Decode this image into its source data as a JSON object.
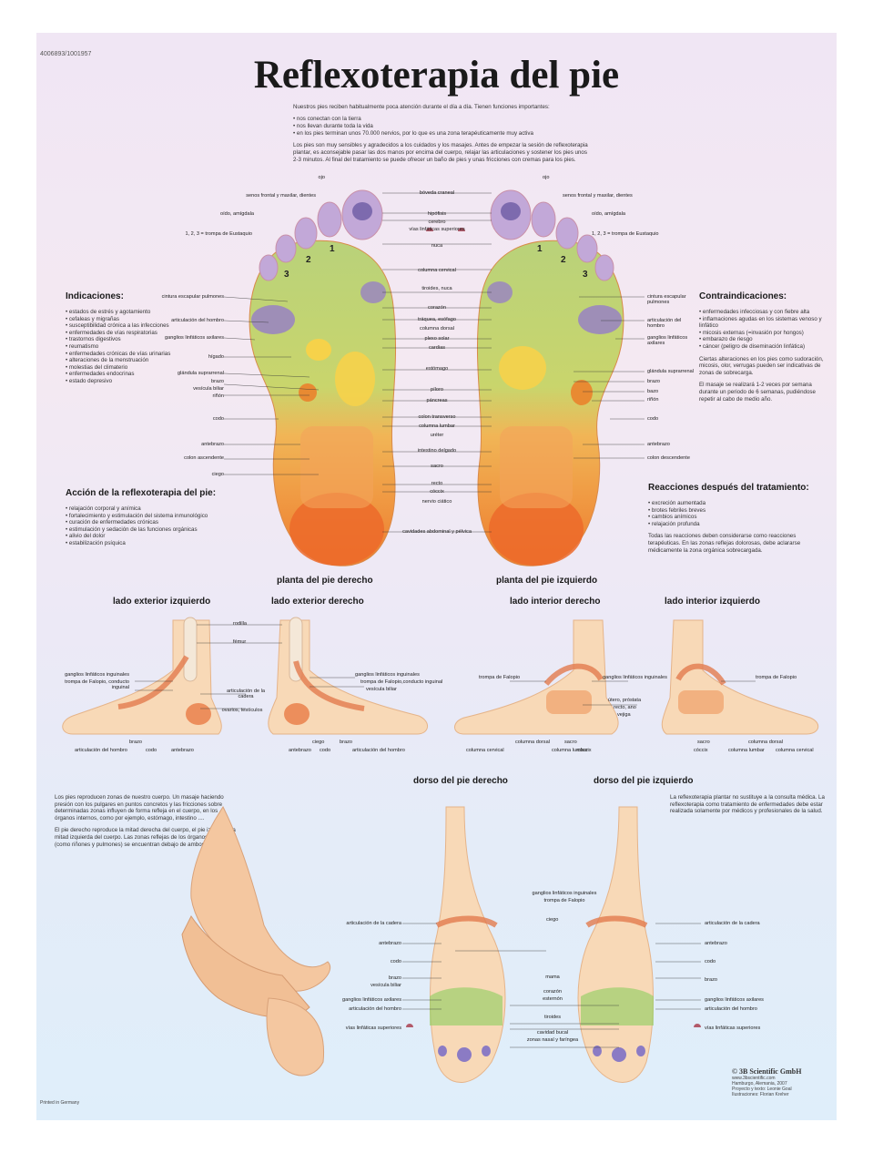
{
  "code": "4006893/1001957",
  "title": "Reflexoterapia del pie",
  "intro": {
    "p1": "Nuestros pies reciben habitualmente poca atención durante el día a día. Tienen funciones importantes:",
    "bullets": [
      "nos conectan con la tierra",
      "nos llevan durante toda la vida",
      "en los pies terminan unos 70.000 nervios, por lo que es una zona terapéuticamente muy activa"
    ],
    "p2": "Los pies son muy sensibles y agradecidos a los cuidados y los masajes. Antes de empezar la sesión de reflexoterapia plantar, es aconsejable pasar las dos manos por encima del cuerpo, relajar las articulaciones y sostener los pies unos 2-3 minutos. Al final del tratamiento se puede ofrecer un baño de pies y unas fricciones con cremas para los pies."
  },
  "indicaciones": {
    "title": "Indicaciones:",
    "items": [
      "estados de estrés y agotamiento",
      "cefaleas y migrañas",
      "susceptibilidad crónica a las infecciones",
      "enfermedades de vías respiratorias",
      "trastornos digestivos",
      "reumatismo",
      "enfermedades crónicas de vías urinarias",
      "alteraciones de la menstruación",
      "molestias del climaterio",
      "enfermedades endocrinas",
      "estado depresivo"
    ]
  },
  "accion": {
    "title": "Acción de la reflexoterapia del pie:",
    "items": [
      "relajación corporal y anímica",
      "fortalecimiento y estimulación del sistema inmunológico",
      "curación de enfermedades crónicas",
      "estimulación y sedación de las funciones orgánicas",
      "alivio del dolor",
      "estabilización psíquica"
    ]
  },
  "contra": {
    "title": "Contraindicaciones:",
    "items": [
      "enfermedades infecciosas y con fiebre alta",
      "inflamaciones agudas en los sistemas venoso y linfático",
      "micosis externas (=invasión por hongos)",
      "embarazo de riesgo",
      "cáncer (peligro de diseminación linfática)"
    ],
    "p1": "Ciertas alteraciones en los pies como sudoración, micosis, olor, verrugas pueden ser indicativas de zonas de sobrecarga.",
    "p2": "El masaje se realizará 1-2 veces por semana durante un periodo de 6 semanas, pudiéndose repetir al cabo de medio año."
  },
  "reacciones": {
    "title": "Reacciones después del tratamiento:",
    "items": [
      "excreción aumentada",
      "brotes febriles breves",
      "cambios anímicos",
      "relajación profunda"
    ],
    "p1": "Todas las reacciones deben considerarse como reacciones terapéuticas. En las zonas reflejas dolorosas, debe aclararse médicamente la zona orgánica sobrecargada."
  },
  "sole": {
    "cap_right": "planta del pie derecho",
    "cap_left": "planta del pie izquierdo",
    "digits": [
      "1",
      "2",
      "3"
    ],
    "left_labels": [
      "ojo",
      "senos frontal y maxilar, dientes",
      "oído, amígdala",
      "1, 2, 3 = trompa de Eustaquio",
      "cintura escapular pulmones",
      "articulación del hombro",
      "ganglios linfáticos axilares",
      "hígado",
      "glándula suprarrenal",
      "brazo",
      "vesícula biliar",
      "riñón",
      "codo",
      "antebrazo",
      "colon ascendente",
      "ciego"
    ],
    "center_labels": [
      "bóveda craneal",
      "hipófisis",
      "cerebro",
      "vías linfáticas superiores",
      "nuca",
      "columna cervical",
      "tiroides, nuca",
      "corazón",
      "tráquea, esófago",
      "columna dorsal",
      "plexo solar",
      "cardias",
      "estómago",
      "píloro",
      "páncreas",
      "colon transverso",
      "columna lumbar",
      "uréter",
      "intestino delgado",
      "sacro",
      "recto",
      "cóccix",
      "nervio ciático",
      "cavidades abdominal y pélvica"
    ],
    "right_labels": [
      "ojo",
      "senos frontal y maxilar, dientes",
      "oído, amígdala",
      "1, 2, 3 = trompa de Eustaquio",
      "cintura escapular pulmones",
      "articulación del hombro",
      "ganglios linfáticos axilares",
      "glándula suprarrenal",
      "brazo",
      "bazo",
      "riñón",
      "codo",
      "antebrazo",
      "colon descendente"
    ]
  },
  "side": {
    "cap1": "lado exterior izquierdo",
    "cap2": "lado exterior derecho",
    "cap3": "lado interior derecho",
    "cap4": "lado interior izquierdo",
    "labels_a": [
      "rodilla",
      "fémur",
      "ganglios linfáticos inguinales",
      "trompa de Falopio, conducto inguinal",
      "articulación de la cadera",
      "ovarios, testículos",
      "brazo",
      "articulación del hombro",
      "codo",
      "antebrazo"
    ],
    "labels_b": [
      "ganglios linfáticos inguinales",
      "trompa de Falopio,conducto inguinal",
      "vesícula biliar",
      "ciego",
      "brazo",
      "antebrazo",
      "codo",
      "articulación del hombro"
    ],
    "labels_c": [
      "trompa de Falopio",
      "ganglios linfáticos inguinales",
      "útero, próstata",
      "recto, ano",
      "vejiga",
      "columna dorsal",
      "sacro",
      "columna cervical",
      "columna lumbar",
      "cóccix"
    ],
    "labels_d": [
      "trompa de Falopio",
      "sacro",
      "columna dorsal",
      "cóccix",
      "columna lumbar",
      "columna cervical"
    ]
  },
  "dorso": {
    "cap_right": "dorso del pie derecho",
    "cap_left": "dorso del pie izquierdo",
    "left_labels": [
      "articulación de la cadera",
      "antebrazo",
      "codo",
      "brazo",
      "vesícula biliar",
      "ganglios linfáticos axilares",
      "articulación del hombro",
      "vías linfáticas superiores"
    ],
    "center_labels": [
      "ganglios linfáticos inguinales",
      "trompa de Falopio",
      "ciego",
      "mama",
      "corazón",
      "esternón",
      "tiroides",
      "cavidad bucal",
      "zonas nasal y faríngea"
    ],
    "right_labels": [
      "articulación de la cadera",
      "antebrazo",
      "codo",
      "brazo",
      "ganglios linfáticos axilares",
      "articulación del hombro",
      "vías linfáticas superiores"
    ]
  },
  "bottom_left": {
    "p1": "Los pies reproducen zonas de nuestro cuerpo. Un masaje haciendo presión con los pulgares en puntos concretos y las fricciones sobre determinadas zonas influyen de forma refleja en el cuerpo, en los órganos internos, como por ejemplo, estómago, intestino ....",
    "p2": "El pie derecho reproduce la mitad derecha del cuerpo, el pie izquierdo la mitad izquierda del cuerpo. Las zonas reflejas de los órganos pares (como riñones y pulmones) se encuentran debajo de ambos pies."
  },
  "bottom_right": {
    "p1": "La reflexoterapia plantar no sustituye a la consulta médica. La reflexoterapia como tratamiento de enfermedades debe estar realizada solamente por médicos y profesionales de la salud."
  },
  "publisher": {
    "brand": "© 3B Scientific GmbH",
    "lines": [
      "www.3bscientific.com",
      "Hamburgo, Alemania, 2007",
      "Proyecto y texto: Leonie Goal",
      "Ilustraciones: Florian Kreher"
    ]
  },
  "printed": "Printed in Germany",
  "colors": {
    "green": "#a8c65a",
    "orange": "#ee8a3a",
    "yellow": "#f3c63a",
    "purple": "#8f7fb8",
    "skin": "#f6d3ae"
  }
}
